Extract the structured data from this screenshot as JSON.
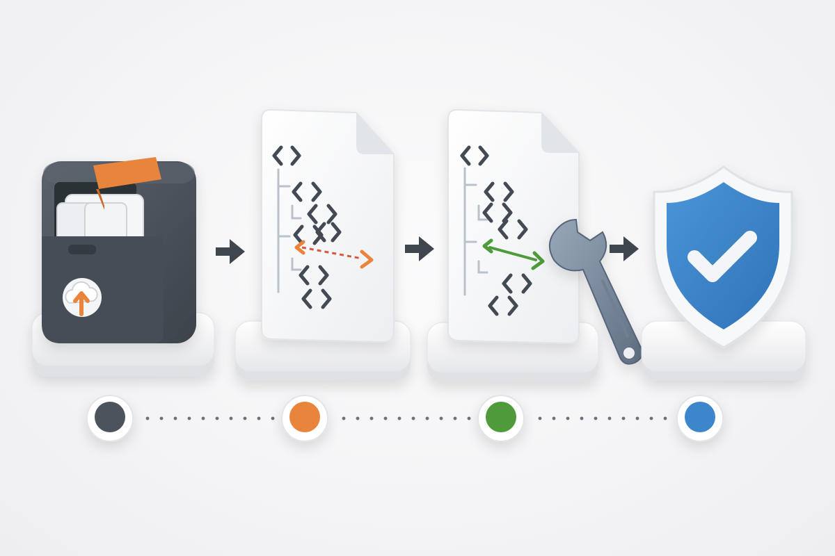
{
  "colors": {
    "background": "#f3f3f5",
    "dark": "#4b535d",
    "orange": "#e9843d",
    "green": "#4f9a3a",
    "blue": "#3c86cc",
    "steel": "#7d8da0",
    "platform": "#ffffff"
  },
  "steps": [
    {
      "name": "archive-upload",
      "icon": "archive-box-cloud-upload-icon",
      "color": "#4b535d"
    },
    {
      "name": "detect-mismatch",
      "icon": "code-document-dashed-arrow-icon",
      "color": "#e9843d"
    },
    {
      "name": "repair",
      "icon": "code-document-wrench-icon",
      "color": "#4f9a3a"
    },
    {
      "name": "verified",
      "icon": "shield-checkmark-icon",
      "color": "#3c86cc"
    }
  ],
  "connectors": [
    "arrow-right-icon",
    "arrow-right-icon",
    "arrow-right-icon"
  ],
  "timeline": {
    "dot_count": 4,
    "style": "dotted"
  }
}
